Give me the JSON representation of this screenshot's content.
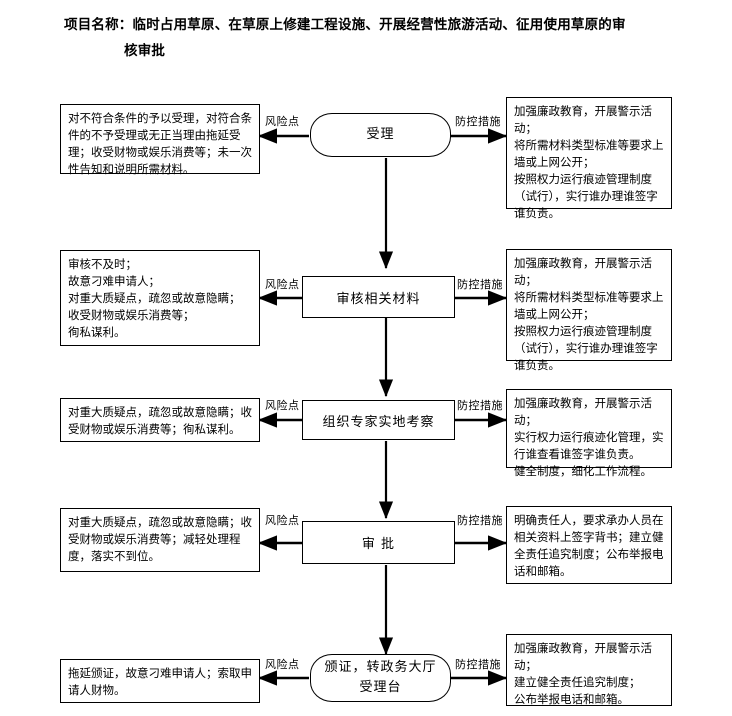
{
  "title": {
    "line1": "项目名称：临时占用草原、在草原上修建工程设施、开展经营性旅游活动、征用使用草原的审",
    "line2": "核审批"
  },
  "labels": {
    "risk": "风险点",
    "control": "防控措施"
  },
  "flow": {
    "rows": [
      {
        "id": "row-acceptance",
        "node": "受理",
        "node_shape": "stadium",
        "risk": "对不符合条件的予以受理，对符合条件的不予受理或无正当理由拖延受理；收受财物或娱乐消费等；未一次性告知和说明所需材料。",
        "control": "加强廉政教育，开展警示活动；\n将所需材料类型标准等要求上墙或上网公开；\n按照权力运行痕迹管理制度（试行），实行谁办理谁签字谁负责。"
      },
      {
        "id": "row-review-materials",
        "node": "审核相关材料",
        "node_shape": "rect",
        "risk": "审核不及时；\n故意刁难申请人；\n对重大质疑点，疏忽或故意隐瞒；\n收受财物或娱乐消费等；\n徇私谋利。",
        "control": "加强廉政教育，开展警示活动；\n将所需材料类型标准等要求上墙或上网公开；\n按照权力运行痕迹管理制度（试行），实行谁办理谁签字谁负责。"
      },
      {
        "id": "row-expert-survey",
        "node": "组织专家实地考察",
        "node_shape": "rect",
        "risk": "对重大质疑点，疏忽或故意隐瞒；收受财物或娱乐消费等；徇私谋利。",
        "control": "加强廉政教育，开展警示活动；\n实行权力运行痕迹化管理，实行谁查看谁签字谁负责。\n健全制度，细化工作流程。"
      },
      {
        "id": "row-approval",
        "node": "审 批",
        "node_shape": "rect",
        "risk": "对重大质疑点，疏忽或故意隐瞒；收受财物或娱乐消费等；减轻处理程度，落实不到位。",
        "control": "明确责任人，要求承办人员在相关资料上签字背书；建立健全责任追究制度；公布举报电话和邮箱。"
      },
      {
        "id": "row-certificate",
        "node": "颁证，转政务大厅受理台",
        "node_shape": "stadium",
        "risk": "拖延颁证，故意刁难申请人；索取申请人财物。",
        "control": "加强廉政教育，开展警示活动；\n建立健全责任追究制度；\n公布举报电话和邮箱。"
      }
    ]
  },
  "colors": {
    "stroke": "#000000",
    "background": "#ffffff",
    "text": "#000000"
  }
}
